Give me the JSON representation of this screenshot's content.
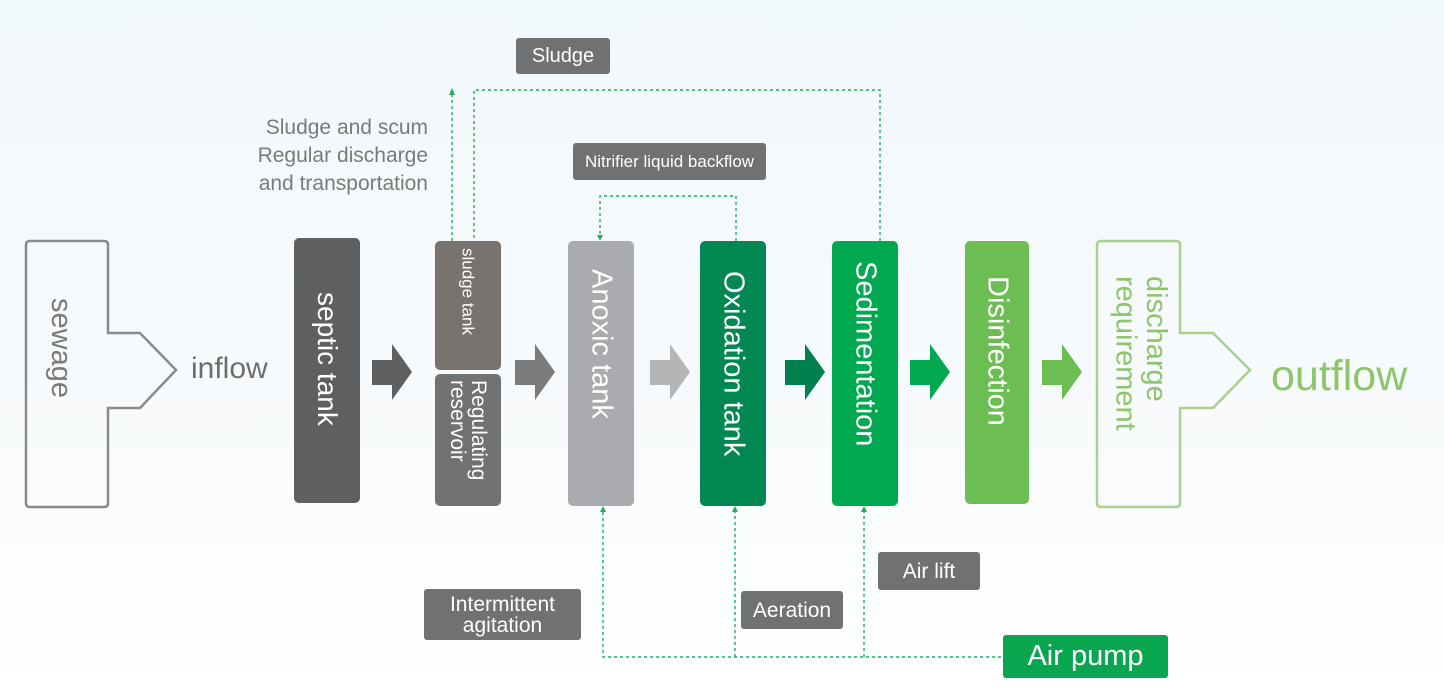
{
  "inputs": {
    "sewage": "sewage",
    "inflow": "inflow"
  },
  "tanks": {
    "septic": "septic tank",
    "sludge_tank": "sludge tank",
    "regulating_reservoir": "Regulating reservoir",
    "anoxic": "Anoxic tank",
    "oxidation": "Oxidation tank",
    "sedimentation": "Sedimentation",
    "disinfection": "Disinfection",
    "discharge": "discharge requirement"
  },
  "outputs": {
    "outflow": "outflow"
  },
  "labels": {
    "sludge": "Sludge",
    "sludge_scum": "Sludge and scum",
    "regular_discharge": "Regular discharge",
    "transportation": "and transportation",
    "nitrifier_backflow": "Nitrifier liquid backflow",
    "intermittent": "Intermittent",
    "agitation": "agitation",
    "aeration": "Aeration",
    "air_lift": "Air lift",
    "air_pump": "Air pump"
  },
  "colors": {
    "dark_gray": "#5d5f61",
    "brown_gray": "#79736f",
    "mid_gray": "#717274",
    "light_gray": "#a9abae",
    "dark_green": "#008752",
    "green": "#00a94f",
    "light_green": "#6cbd52",
    "pale_green": "#8cc56a",
    "label_gray": "#6f7173",
    "dotted_green": "#20b05a"
  }
}
